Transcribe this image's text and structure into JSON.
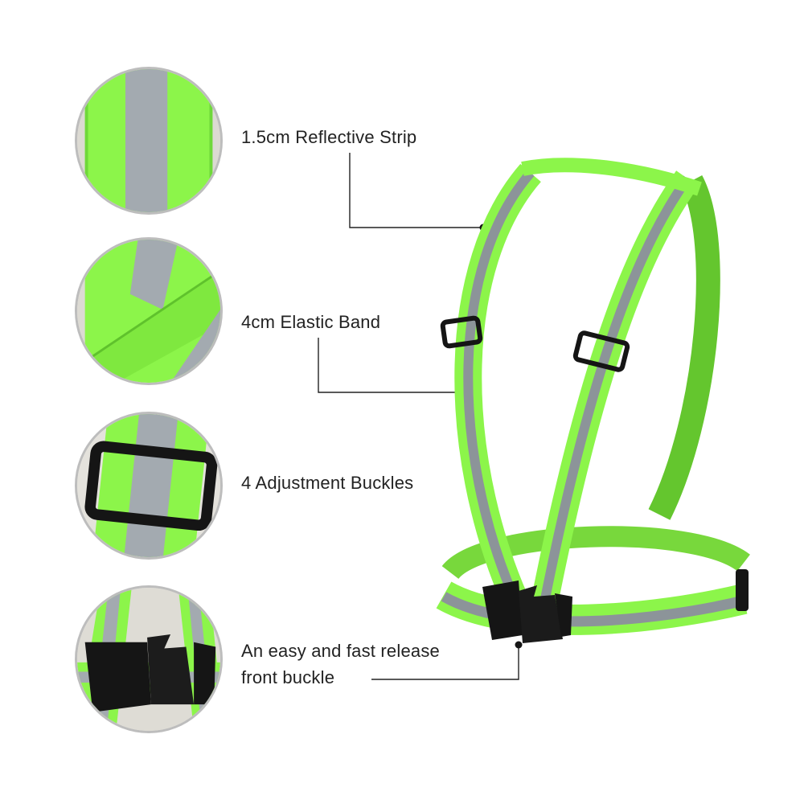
{
  "features": [
    {
      "label": "1.5cm Reflective Strip"
    },
    {
      "label": "4cm Elastic Band"
    },
    {
      "label": "4 Adjustment Buckles"
    },
    {
      "label_line1": "An easy and fast release",
      "label_line2": "front buckle"
    }
  ],
  "colors": {
    "neon_green": "#8cf54a",
    "neon_green_dark": "#64c62e",
    "reflective_gray": "#8c9499",
    "buckle_black": "#151515",
    "leader_line": "#222222"
  },
  "icons": [
    "reflective-strip-closeup",
    "elastic-band-closeup",
    "adjustment-buckle-closeup",
    "release-buckle-closeup",
    "reflective-vest"
  ]
}
